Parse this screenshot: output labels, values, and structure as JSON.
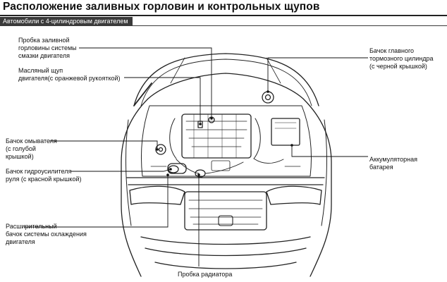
{
  "title": "Расположение заливных горловин и контрольных щупов",
  "subtitle": "Автомобили с 4-цилиндровым двигателем",
  "labels": {
    "oil_filler": "Пробка заливной\nгорловины системы\nсмазки двигателя",
    "dipstick": "Масляный щуп\nдвигателя(с оранжевой рукояткой)",
    "washer": "Бачок омывателя\n(с голубой\nкрышкой)",
    "power_steering": "Бачок гидроусилителя\nруля (с красной крышкой)",
    "coolant_reservoir": "Расширительный\nбачок системы охлаждения\nдвигателя",
    "radiator_cap": "Пробка радиатора",
    "brake_reservoir": "Бачок главного\nтормозного цилиндра\n(с черной крышкой)",
    "battery": "Аккумуляторная\nбатарея"
  }
}
